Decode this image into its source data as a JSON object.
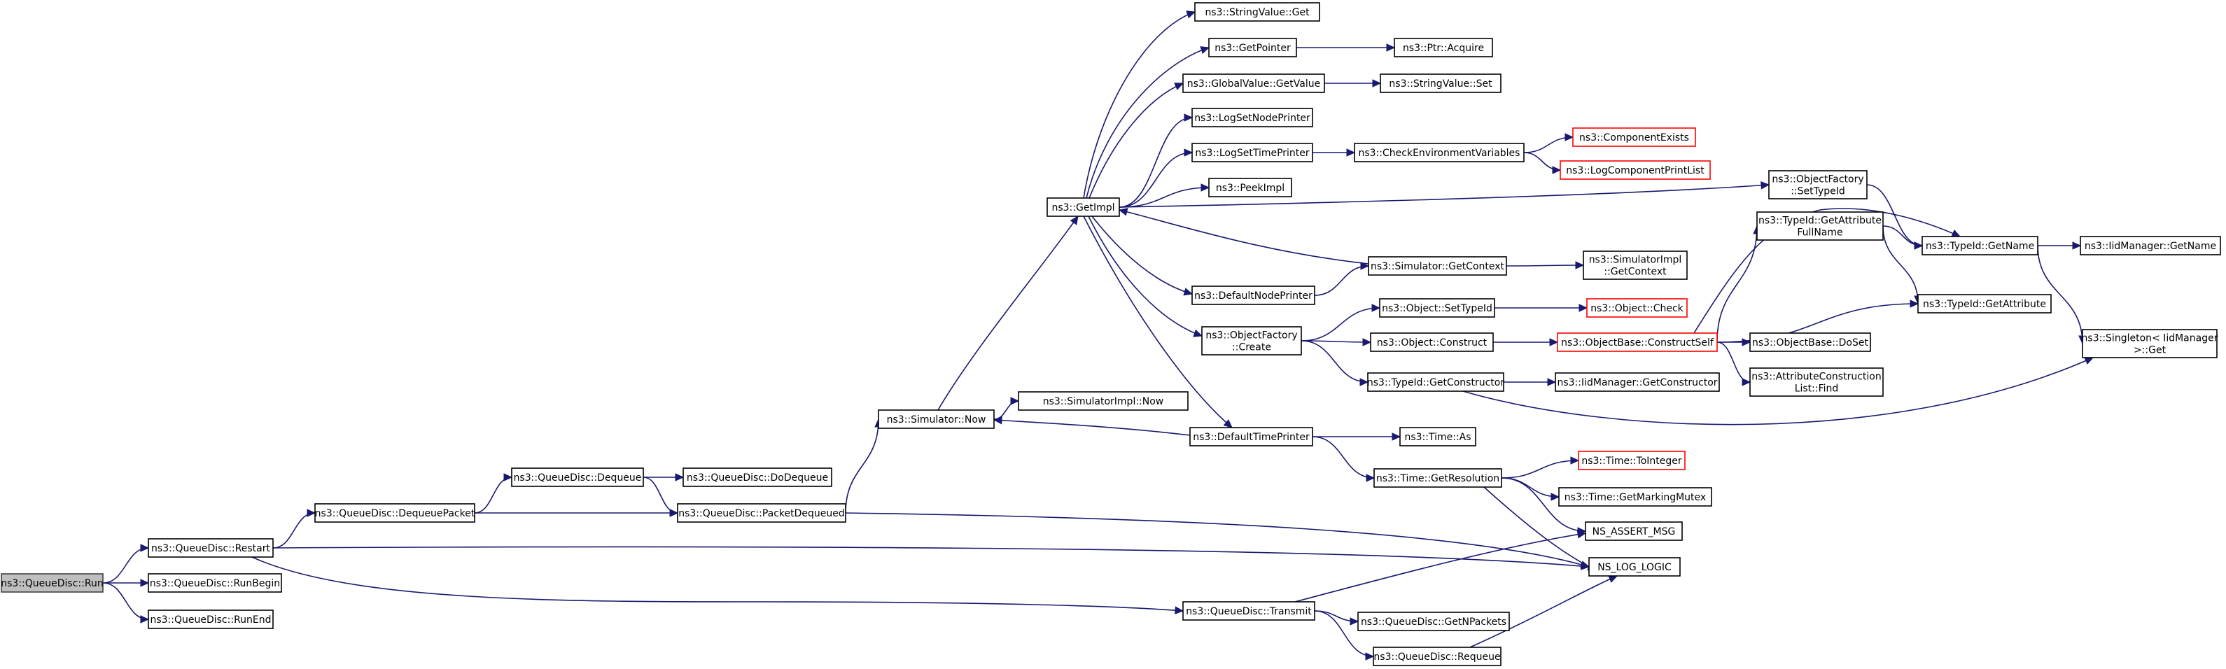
{
  "diagram": {
    "type": "call-graph",
    "edge_color": "#191970",
    "truncated_border_color": "#ff0000",
    "root_fill": "#bfbfbf",
    "nodes": [
      {
        "id": "run",
        "lines": [
          "ns3::QueueDisc::Run"
        ],
        "root": true
      },
      {
        "id": "restart",
        "lines": [
          "ns3::QueueDisc::Restart"
        ]
      },
      {
        "id": "runbegin",
        "lines": [
          "ns3::QueueDisc::RunBegin"
        ]
      },
      {
        "id": "runend",
        "lines": [
          "ns3::QueueDisc::RunEnd"
        ]
      },
      {
        "id": "dequeuepacket",
        "lines": [
          "ns3::QueueDisc::DequeuePacket"
        ]
      },
      {
        "id": "dequeue",
        "lines": [
          "ns3::QueueDisc::Dequeue"
        ]
      },
      {
        "id": "dodequeue",
        "lines": [
          "ns3::QueueDisc::DoDequeue"
        ]
      },
      {
        "id": "packetdequeued",
        "lines": [
          "ns3::QueueDisc::PacketDequeued"
        ]
      },
      {
        "id": "simnow",
        "lines": [
          "ns3::Simulator::Now"
        ]
      },
      {
        "id": "simimplnow",
        "lines": [
          "ns3::SimulatorImpl::Now"
        ]
      },
      {
        "id": "getimpl",
        "lines": [
          "ns3::GetImpl"
        ]
      },
      {
        "id": "stringvalueget",
        "lines": [
          "ns3::StringValue::Get"
        ]
      },
      {
        "id": "getpointer",
        "lines": [
          "ns3::GetPointer"
        ]
      },
      {
        "id": "ptracquire",
        "lines": [
          "ns3::Ptr::Acquire"
        ]
      },
      {
        "id": "globalvalue",
        "lines": [
          "ns3::GlobalValue::GetValue"
        ]
      },
      {
        "id": "stringvalueset",
        "lines": [
          "ns3::StringValue::Set"
        ]
      },
      {
        "id": "logsetnode",
        "lines": [
          "ns3::LogSetNodePrinter"
        ]
      },
      {
        "id": "logsettime",
        "lines": [
          "ns3::LogSetTimePrinter"
        ]
      },
      {
        "id": "checkenv",
        "lines": [
          "ns3::CheckEnvironmentVariables"
        ]
      },
      {
        "id": "compexists",
        "lines": [
          "ns3::ComponentExists"
        ],
        "truncated": true
      },
      {
        "id": "logcomplist",
        "lines": [
          "ns3::LogComponentPrintList"
        ],
        "truncated": true
      },
      {
        "id": "peekimpl",
        "lines": [
          "ns3::PeekImpl"
        ]
      },
      {
        "id": "ofsettypeid",
        "lines": [
          "ns3::ObjectFactory",
          "::SetTypeId"
        ]
      },
      {
        "id": "typeidgetname",
        "lines": [
          "ns3::TypeId::GetName"
        ]
      },
      {
        "id": "iidgetname",
        "lines": [
          "ns3::IidManager::GetName"
        ]
      },
      {
        "id": "singleton",
        "lines": [
          "ns3::Singleton< IidManager",
          ">::Get"
        ]
      },
      {
        "id": "simgetcontext",
        "lines": [
          "ns3::Simulator::GetContext"
        ]
      },
      {
        "id": "simimplgetcontext",
        "lines": [
          "ns3::SimulatorImpl",
          "::GetContext"
        ]
      },
      {
        "id": "defaultnodeprinter",
        "lines": [
          "ns3::DefaultNodePrinter"
        ]
      },
      {
        "id": "typeidgetattrfull",
        "lines": [
          "ns3::TypeId::GetAttribute",
          "FullName"
        ]
      },
      {
        "id": "typeidgetattr",
        "lines": [
          "ns3::TypeId::GetAttribute"
        ]
      },
      {
        "id": "objsettypeid",
        "lines": [
          "ns3::Object::SetTypeId"
        ]
      },
      {
        "id": "objcheck",
        "lines": [
          "ns3::Object::Check"
        ],
        "truncated": true
      },
      {
        "id": "ofcreate",
        "lines": [
          "ns3::ObjectFactory",
          "::Create"
        ]
      },
      {
        "id": "objconstruct",
        "lines": [
          "ns3::Object::Construct"
        ]
      },
      {
        "id": "constructself",
        "lines": [
          "ns3::ObjectBase::ConstructSelf"
        ],
        "truncated": true
      },
      {
        "id": "dosets",
        "lines": [
          "ns3::ObjectBase::DoSet"
        ]
      },
      {
        "id": "typeidgetctor",
        "lines": [
          "ns3::TypeId::GetConstructor"
        ]
      },
      {
        "id": "iidgetctor",
        "lines": [
          "ns3::IidManager::GetConstructor"
        ]
      },
      {
        "id": "attrconstruct",
        "lines": [
          "ns3::AttributeConstruction",
          "List::Find"
        ]
      },
      {
        "id": "defaulttimeprinter",
        "lines": [
          "ns3::DefaultTimePrinter"
        ]
      },
      {
        "id": "timeas",
        "lines": [
          "ns3::Time::As"
        ]
      },
      {
        "id": "timeres",
        "lines": [
          "ns3::Time::GetResolution"
        ]
      },
      {
        "id": "timetoint",
        "lines": [
          "ns3::Time::ToInteger"
        ],
        "truncated": true
      },
      {
        "id": "timemutex",
        "lines": [
          "ns3::Time::GetMarkingMutex"
        ]
      },
      {
        "id": "nsassert",
        "lines": [
          "NS_ASSERT_MSG"
        ]
      },
      {
        "id": "nsloglogic",
        "lines": [
          "NS_LOG_LOGIC"
        ]
      },
      {
        "id": "transmit",
        "lines": [
          "ns3::QueueDisc::Transmit"
        ]
      },
      {
        "id": "getnpackets",
        "lines": [
          "ns3::QueueDisc::GetNPackets"
        ]
      },
      {
        "id": "requeue",
        "lines": [
          "ns3::QueueDisc::Requeue"
        ]
      }
    ],
    "edges": [
      [
        "run",
        "restart"
      ],
      [
        "run",
        "runbegin"
      ],
      [
        "run",
        "runend"
      ],
      [
        "restart",
        "dequeuepacket"
      ],
      [
        "restart",
        "nsloglogic"
      ],
      [
        "restart",
        "transmit"
      ],
      [
        "dequeuepacket",
        "dequeue"
      ],
      [
        "dequeuepacket",
        "packetdequeued"
      ],
      [
        "dequeue",
        "dodequeue"
      ],
      [
        "dequeue",
        "packetdequeued"
      ],
      [
        "packetdequeued",
        "simnow"
      ],
      [
        "packetdequeued",
        "nsloglogic"
      ],
      [
        "simnow",
        "getimpl"
      ],
      [
        "simnow",
        "simimplnow"
      ],
      [
        "getimpl",
        "stringvalueget"
      ],
      [
        "getimpl",
        "getpointer"
      ],
      [
        "getimpl",
        "globalvalue"
      ],
      [
        "getimpl",
        "logsetnode"
      ],
      [
        "getimpl",
        "logsettime"
      ],
      [
        "getimpl",
        "peekimpl"
      ],
      [
        "getimpl",
        "ofsettypeid"
      ],
      [
        "getimpl",
        "defaultnodeprinter"
      ],
      [
        "getimpl",
        "ofcreate"
      ],
      [
        "getimpl",
        "defaulttimeprinter"
      ],
      [
        "getpointer",
        "ptracquire"
      ],
      [
        "globalvalue",
        "stringvalueset"
      ],
      [
        "logsettime",
        "checkenv"
      ],
      [
        "checkenv",
        "compexists"
      ],
      [
        "checkenv",
        "logcomplist"
      ],
      [
        "ofsettypeid",
        "typeidgetname"
      ],
      [
        "typeidgetname",
        "iidgetname"
      ],
      [
        "typeidgetname",
        "singleton"
      ],
      [
        "simgetcontext",
        "getimpl"
      ],
      [
        "simgetcontext",
        "simimplgetcontext"
      ],
      [
        "defaultnodeprinter",
        "simgetcontext"
      ],
      [
        "ofcreate",
        "objsettypeid"
      ],
      [
        "ofcreate",
        "objconstruct"
      ],
      [
        "ofcreate",
        "typeidgetctor"
      ],
      [
        "objsettypeid",
        "objcheck"
      ],
      [
        "objconstruct",
        "constructself"
      ],
      [
        "constructself",
        "typeidgetname"
      ],
      [
        "constructself",
        "typeidgetattrfull"
      ],
      [
        "constructself",
        "typeidgetattr"
      ],
      [
        "constructself",
        "dosets"
      ],
      [
        "constructself",
        "attrconstruct"
      ],
      [
        "typeidgetattrfull",
        "typeidgetname"
      ],
      [
        "typeidgetattrfull",
        "typeidgetattr"
      ],
      [
        "typeidgetctor",
        "iidgetctor"
      ],
      [
        "typeidgetctor",
        "singleton"
      ],
      [
        "defaulttimeprinter",
        "simnow"
      ],
      [
        "defaulttimeprinter",
        "timeas"
      ],
      [
        "defaulttimeprinter",
        "timeres"
      ],
      [
        "timeres",
        "timetoint"
      ],
      [
        "timeres",
        "timemutex"
      ],
      [
        "timeres",
        "nsassert"
      ],
      [
        "timeres",
        "nsloglogic"
      ],
      [
        "transmit",
        "nsassert"
      ],
      [
        "transmit",
        "getnpackets"
      ],
      [
        "transmit",
        "requeue"
      ],
      [
        "requeue",
        "nsloglogic"
      ]
    ]
  }
}
